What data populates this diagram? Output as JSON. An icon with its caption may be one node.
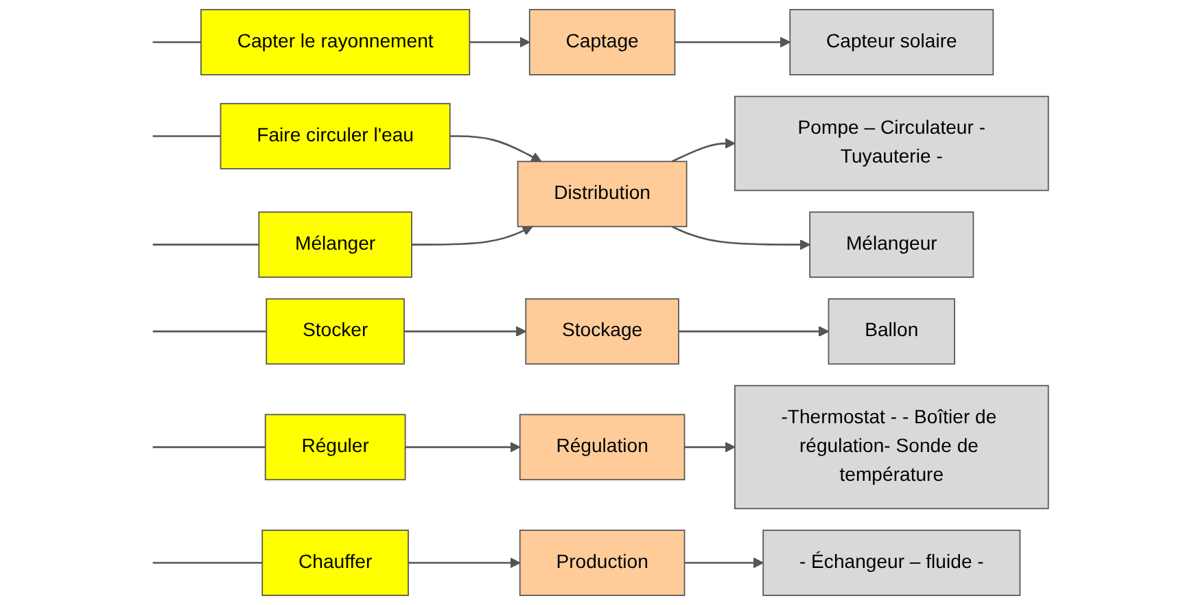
{
  "diagram": {
    "nodes": [
      {
        "text": [
          "Capter le rayonnement"
        ]
      },
      {
        "text": [
          "Captage"
        ]
      },
      {
        "text": [
          "Capteur solaire"
        ]
      },
      {
        "text": [
          "Faire circuler l'eau"
        ]
      },
      {
        "text": [
          "Distribution"
        ]
      },
      {
        "text": [
          "Pompe – Circulateur -Tuyauterie -"
        ]
      },
      {
        "text": [
          "Mélanger"
        ]
      },
      {
        "text": [
          "Mélangeur"
        ]
      },
      {
        "text": [
          "Stocker"
        ]
      },
      {
        "text": [
          "Stockage"
        ]
      },
      {
        "text": [
          "Ballon"
        ]
      },
      {
        "text": [
          "Réguler"
        ]
      },
      {
        "text": [
          "Régulation"
        ]
      },
      {
        "text": [
          "-Thermostat - - Boîtier de régulation- Sonde de température"
        ]
      },
      {
        "text": [
          "Chauffer"
        ]
      },
      {
        "text": [
          "Production"
        ]
      },
      {
        "text": [
          "- Échangeur – fluide -"
        ]
      }
    ],
    "edges": [
      {
        "from": null,
        "to": 0,
        "arrow": "none"
      },
      {
        "from": null,
        "to": 3,
        "arrow": "none"
      },
      {
        "from": null,
        "to": 6,
        "arrow": "none"
      },
      {
        "from": null,
        "to": 8,
        "arrow": "none"
      },
      {
        "from": null,
        "to": 11,
        "arrow": "none"
      },
      {
        "from": null,
        "to": 14,
        "arrow": "none"
      },
      {
        "from": 0,
        "to": 1,
        "arrow": "to"
      },
      {
        "from": 1,
        "to": 2,
        "arrow": "to"
      },
      {
        "from": 3,
        "to": 4,
        "arrow": "to"
      },
      {
        "from": 4,
        "to": 5,
        "arrow": "to"
      },
      {
        "from": 6,
        "to": 4,
        "arrow": "to"
      },
      {
        "from": 4,
        "to": 7,
        "arrow": "to"
      },
      {
        "from": 8,
        "to": 9,
        "arrow": "to"
      },
      {
        "from": 9,
        "to": 10,
        "arrow": "to"
      },
      {
        "from": 11,
        "to": 12,
        "arrow": "to"
      },
      {
        "from": 12,
        "to": 13,
        "arrow": "to"
      },
      {
        "from": 14,
        "to": 15,
        "arrow": "to"
      },
      {
        "from": 15,
        "to": 16,
        "arrow": "to"
      }
    ]
  }
}
